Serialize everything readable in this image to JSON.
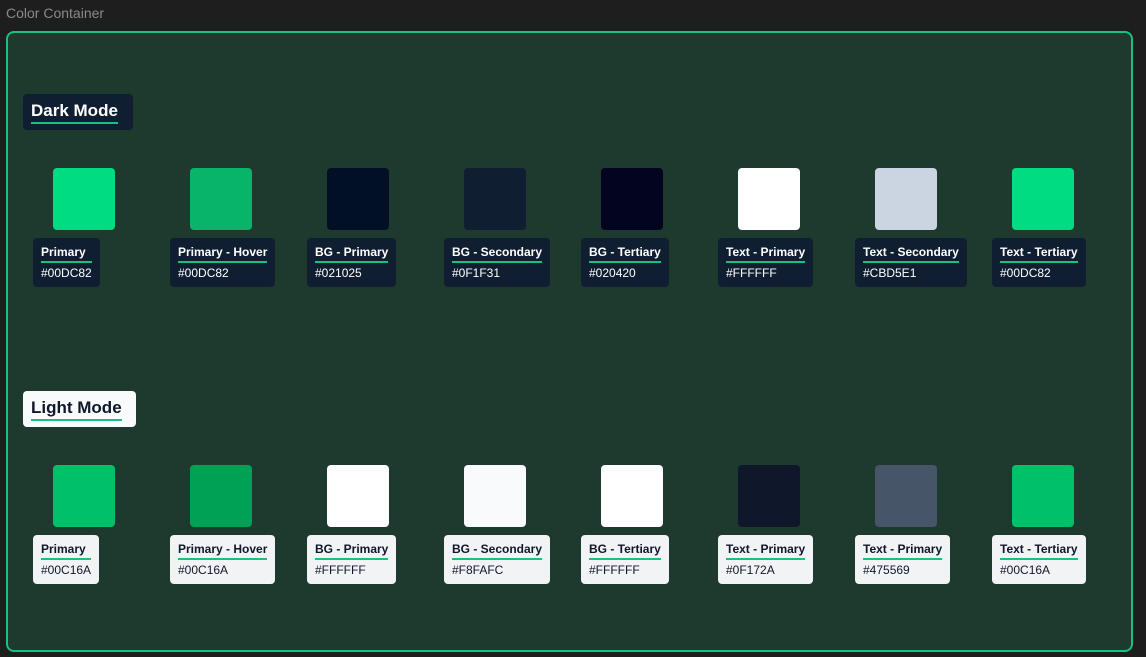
{
  "frame_label": "Color Container",
  "accent": "#19C07E",
  "dark_mode": {
    "title": "Dark Mode",
    "colors": [
      {
        "name": "Primary",
        "hex": "#00DC82",
        "swatch": "#00DC82"
      },
      {
        "name": "Primary - Hover",
        "hex": "#00DC82",
        "swatch": "#08B46A"
      },
      {
        "name": "BG - Primary",
        "hex": "#021025",
        "swatch": "#021025"
      },
      {
        "name": "BG  - Secondary",
        "hex": "#0F1F31",
        "swatch": "#0F1F31"
      },
      {
        "name": "BG  - Tertiary",
        "hex": "#020420",
        "swatch": "#020420"
      },
      {
        "name": "Text - Primary",
        "hex": "#FFFFFF",
        "swatch": "#FFFFFF"
      },
      {
        "name": "Text - Secondary",
        "hex": "#CBD5E1",
        "swatch": "#CBD5E1"
      },
      {
        "name": "Text - Tertiary",
        "hex": "#00DC82",
        "swatch": "#00DC82"
      }
    ]
  },
  "light_mode": {
    "title": "Light Mode",
    "colors": [
      {
        "name": "Primary",
        "hex": "#00C16A",
        "swatch": "#00C16A"
      },
      {
        "name": "Primary - Hover",
        "hex": "#00C16A",
        "swatch": "#00A155"
      },
      {
        "name": "BG - Primary",
        "hex": "#FFFFFF",
        "swatch": "#FFFFFF"
      },
      {
        "name": "BG - Secondary",
        "hex": "#F8FAFC",
        "swatch": "#F8FAFC"
      },
      {
        "name": "BG - Tertiary",
        "hex": "#FFFFFF",
        "swatch": "#FFFFFF"
      },
      {
        "name": "Text - Primary",
        "hex": "#0F172A",
        "swatch": "#0F172A"
      },
      {
        "name": "Text - Primary",
        "hex": "#475569",
        "swatch": "#475569"
      },
      {
        "name": "Text - Tertiary",
        "hex": "#00C16A",
        "swatch": "#00C16A"
      }
    ]
  }
}
